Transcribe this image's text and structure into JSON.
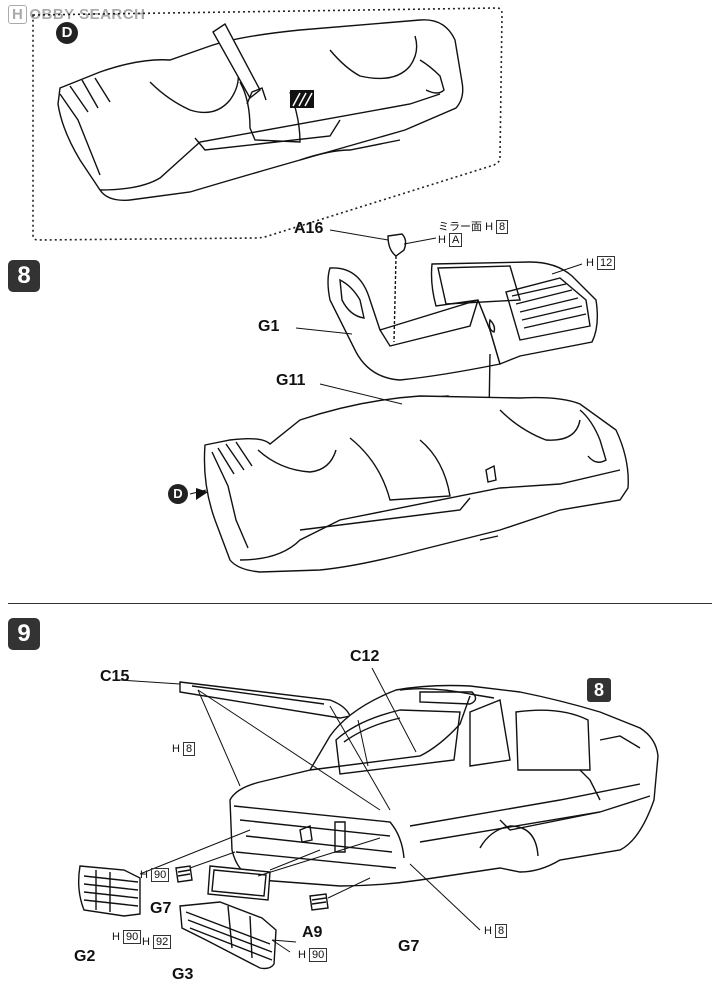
{
  "watermark": {
    "brand_box": "H",
    "brand": "OBBY SEARCH"
  },
  "step_d": {
    "marker": "D"
  },
  "step8": {
    "number": "8",
    "parts": {
      "a16": "A16",
      "g1": "G1",
      "g11": "G11"
    },
    "paint": {
      "mirror_face_label": "ミラー面",
      "mirror_face_code": "H",
      "mirror_face_num": "8",
      "a16_code": "H",
      "a16_num": "A",
      "g12_code": "H",
      "g12_num": "12"
    },
    "d_marker": "D"
  },
  "step9": {
    "number": "9",
    "ref_step": "8",
    "parts": {
      "c15": "C15",
      "c12": "C12",
      "g7_left": "G7",
      "g7_right": "G7",
      "a9": "A9",
      "g2": "G2",
      "g3": "G3"
    },
    "paint": {
      "trunk": {
        "code": "H",
        "num": "8"
      },
      "g2_top": {
        "code": "H",
        "num": "90"
      },
      "g2_mid": {
        "code": "H",
        "num": "90"
      },
      "g2_bot": {
        "code": "H",
        "num": "92"
      },
      "g3": {
        "code": "H",
        "num": "90"
      },
      "body": {
        "code": "H",
        "num": "8"
      }
    }
  }
}
